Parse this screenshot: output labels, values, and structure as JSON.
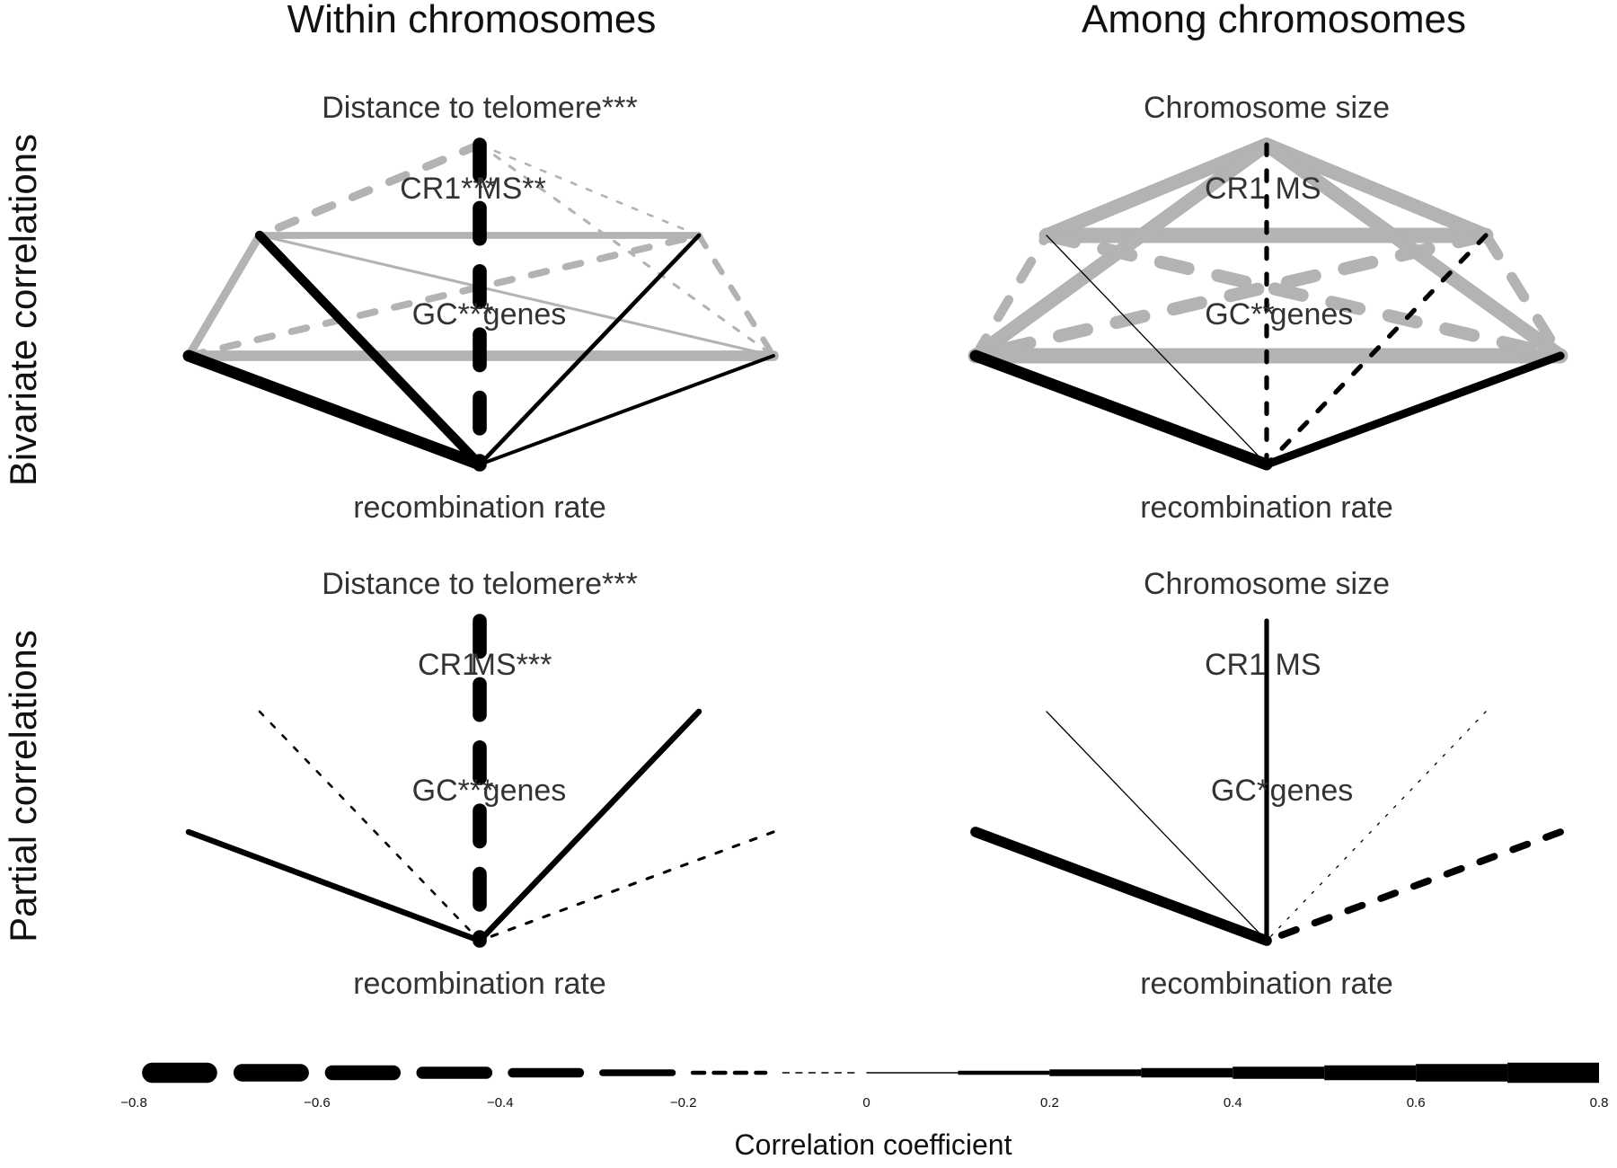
{
  "chart_data": {
    "type": "network",
    "column_titles": [
      "Within chromosomes",
      "Among chromosomes"
    ],
    "row_titles": [
      "Bivariate correlations",
      "Partial correlations"
    ],
    "colors": {
      "significant_with_recombination": "#000000",
      "among_predictors": "#b3b3b3",
      "text": "#333333"
    },
    "encoding": "line width = |r|; dashed = negative, solid = positive",
    "panels": [
      {
        "id": "within-bivariate",
        "column": 0,
        "row": 0,
        "nodes": {
          "top": "Distance to telomere***",
          "cr1": "CR1***",
          "ms": "MS**",
          "gc": "GC***",
          "genes": "genes",
          "rec": "recombination rate"
        },
        "edges": [
          {
            "from": "gc",
            "to": "genes",
            "r": 0.45,
            "color": "grey"
          },
          {
            "from": "cr1",
            "to": "ms",
            "r": 0.3,
            "color": "grey"
          },
          {
            "from": "gc",
            "to": "cr1",
            "r": 0.35,
            "color": "grey"
          },
          {
            "from": "ms",
            "to": "genes",
            "r": -0.25,
            "color": "grey"
          },
          {
            "from": "top",
            "to": "cr1",
            "r": -0.35,
            "color": "grey"
          },
          {
            "from": "gc",
            "to": "ms",
            "r": -0.3,
            "color": "grey"
          },
          {
            "from": "top",
            "to": "ms",
            "r": -0.1,
            "color": "grey"
          },
          {
            "from": "top",
            "to": "genes",
            "r": -0.12,
            "color": "grey"
          },
          {
            "from": "cr1",
            "to": "genes",
            "r": 0.12,
            "color": "grey"
          },
          {
            "from": "top",
            "to": "rec",
            "r": -0.6,
            "color": "black"
          },
          {
            "from": "gc",
            "to": "rec",
            "r": 0.5,
            "color": "black"
          },
          {
            "from": "cr1",
            "to": "rec",
            "r": 0.4,
            "color": "black"
          },
          {
            "from": "ms",
            "to": "rec",
            "r": 0.18,
            "color": "black"
          },
          {
            "from": "genes",
            "to": "rec",
            "r": 0.15,
            "color": "black"
          }
        ]
      },
      {
        "id": "among-bivariate",
        "column": 1,
        "row": 0,
        "nodes": {
          "top": "Chromosome size",
          "cr1": "CR1",
          "ms": "MS",
          "gc": "GC**",
          "genes": "genes",
          "rec": "recombination rate"
        },
        "edges": [
          {
            "from": "top",
            "to": "cr1",
            "r": 0.6,
            "color": "grey"
          },
          {
            "from": "top",
            "to": "ms",
            "r": 0.6,
            "color": "grey"
          },
          {
            "from": "cr1",
            "to": "ms",
            "r": 0.65,
            "color": "grey"
          },
          {
            "from": "gc",
            "to": "genes",
            "r": 0.65,
            "color": "grey"
          },
          {
            "from": "top",
            "to": "gc",
            "r": 0.6,
            "color": "grey"
          },
          {
            "from": "top",
            "to": "genes",
            "r": 0.6,
            "color": "grey"
          },
          {
            "from": "cr1",
            "to": "genes",
            "r": -0.55,
            "color": "grey"
          },
          {
            "from": "ms",
            "to": "gc",
            "r": -0.55,
            "color": "grey"
          },
          {
            "from": "gc",
            "to": "cr1",
            "r": -0.4,
            "color": "grey"
          },
          {
            "from": "ms",
            "to": "genes",
            "r": -0.45,
            "color": "grey"
          },
          {
            "from": "top",
            "to": "rec",
            "r": -0.2,
            "color": "black"
          },
          {
            "from": "ms",
            "to": "rec",
            "r": -0.2,
            "color": "black"
          },
          {
            "from": "gc",
            "to": "rec",
            "r": 0.5,
            "color": "black"
          },
          {
            "from": "genes",
            "to": "rec",
            "r": 0.35,
            "color": "black"
          },
          {
            "from": "cr1",
            "to": "rec",
            "r": 0.05,
            "color": "black"
          }
        ]
      },
      {
        "id": "within-partial",
        "column": 0,
        "row": 1,
        "nodes": {
          "top": "Distance to telomere***",
          "cr1": "CR1",
          "ms": "MS***",
          "gc": "GC***",
          "genes": "genes",
          "rec": "recombination rate"
        },
        "edges": [
          {
            "from": "top",
            "to": "rec",
            "r": -0.6,
            "color": "black"
          },
          {
            "from": "gc",
            "to": "rec",
            "r": 0.25,
            "color": "black"
          },
          {
            "from": "ms",
            "to": "rec",
            "r": 0.25,
            "color": "black"
          },
          {
            "from": "cr1",
            "to": "rec",
            "r": -0.1,
            "color": "black"
          },
          {
            "from": "genes",
            "to": "rec",
            "r": -0.12,
            "color": "black"
          }
        ]
      },
      {
        "id": "among-partial",
        "column": 1,
        "row": 1,
        "nodes": {
          "top": "Chromosome size",
          "cr1": "CR1",
          "ms": "MS",
          "gc": "GC*",
          "genes": "genes",
          "rec": "recombination rate"
        },
        "edges": [
          {
            "from": "top",
            "to": "rec",
            "r": 0.2,
            "color": "black"
          },
          {
            "from": "cr1",
            "to": "rec",
            "r": 0.05,
            "color": "black"
          },
          {
            "from": "gc",
            "to": "rec",
            "r": 0.45,
            "color": "black"
          },
          {
            "from": "ms",
            "to": "rec",
            "r": -0.05,
            "color": "black"
          },
          {
            "from": "genes",
            "to": "rec",
            "r": -0.3,
            "color": "black"
          }
        ]
      }
    ],
    "legend": {
      "title": "Correlation coefficient",
      "range": [
        -0.8,
        0.8
      ],
      "ticks": [
        -0.8,
        -0.6,
        -0.4,
        -0.2,
        0,
        0.2,
        0.4,
        0.6,
        0.8
      ],
      "tick_labels": [
        "−0.8",
        "−0.6",
        "−0.4",
        "−0.2",
        "0",
        "0.2",
        "0.4",
        "0.6",
        "0.8"
      ],
      "segments": [
        -0.75,
        -0.65,
        -0.55,
        -0.45,
        -0.35,
        -0.25,
        -0.15,
        -0.05,
        0.05,
        0.15,
        0.25,
        0.35,
        0.45,
        0.55,
        0.65,
        0.75
      ]
    }
  }
}
